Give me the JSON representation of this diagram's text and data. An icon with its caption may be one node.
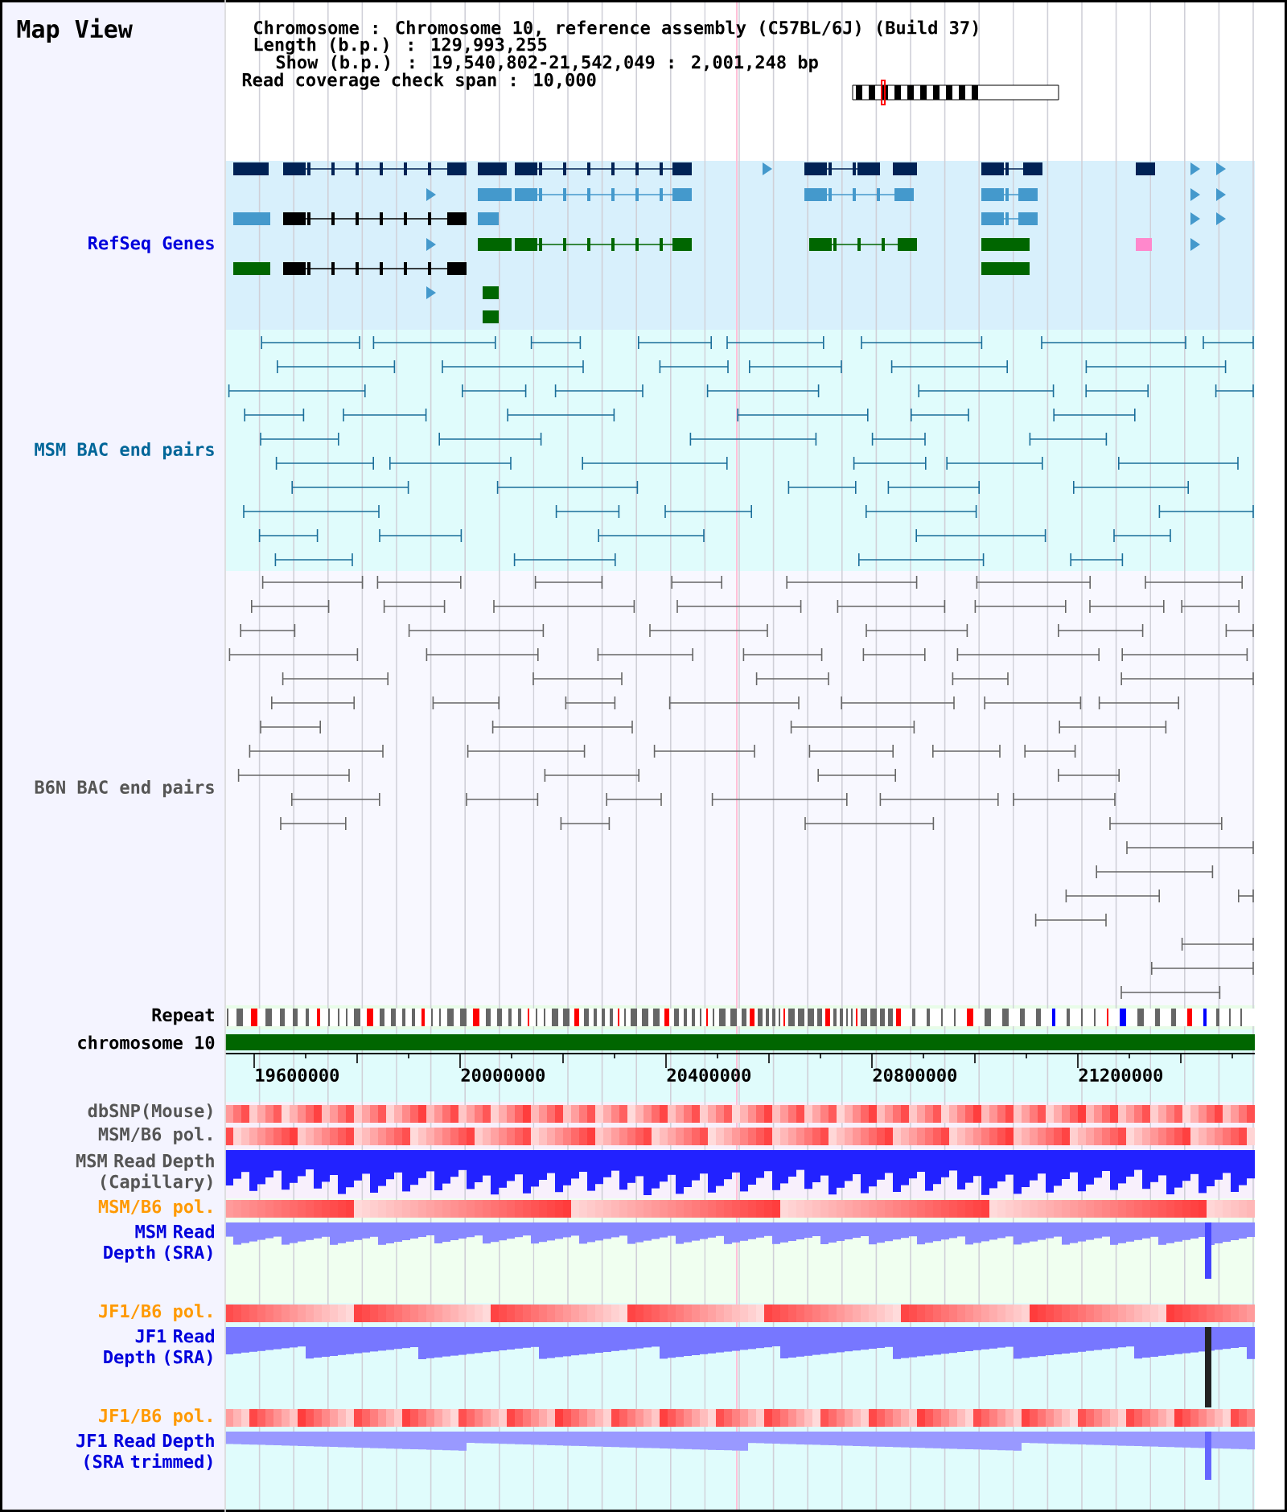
{
  "diagram": {
    "title": "Map View",
    "labels": [
      "Chromosome : Chromosome 10, reference assembly (C57BL/6J) (Build 37)",
      "Length (b.p.) : 129,993,255",
      "Show (b.p.) : 19,540,802-21,542,049 : 2,001,248 bp",
      "Read coverage check span : 10,000",
      "RefSeq Genes",
      "MSM BAC end pairs",
      "B6N BAC end pairs",
      "Repeat",
      "chromosome 10",
      "19600000",
      "20000000",
      "20400000",
      "20800000",
      "21200000",
      "dbSNP(Mouse)",
      "MSM/B6 pol.",
      "MSM Read Depth (Capillary)",
      "MSM/B6 pol.",
      "MSM Read Depth (SRA)",
      "JF1/B6 pol.",
      "JF1 Read Depth (SRA)",
      "JF1/B6 pol.",
      "JF1 Read Depth (SRA trimmed)"
    ]
  }
}
